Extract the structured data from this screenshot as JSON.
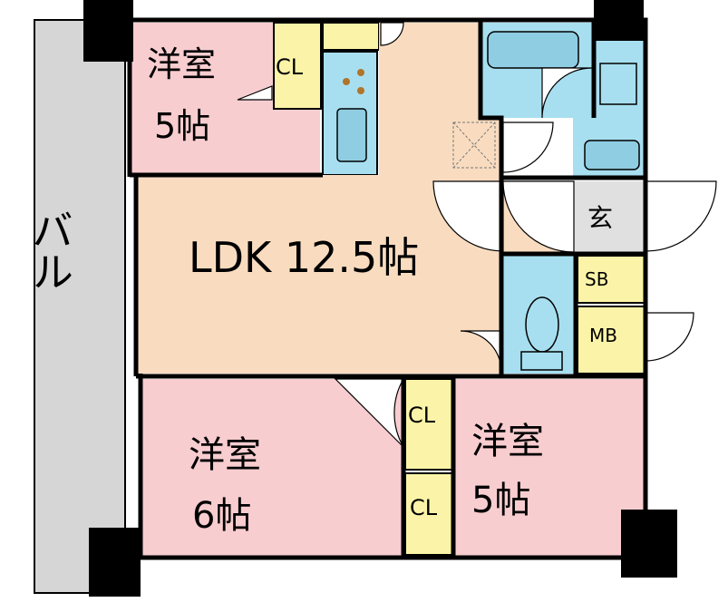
{
  "rooms": {
    "bedroom_nw": {
      "name": "洋室",
      "size": "5帖"
    },
    "ldk": {
      "label": "LDK 12.5帖"
    },
    "bedroom_sw": {
      "name": "洋室",
      "size": "6帖"
    },
    "bedroom_se": {
      "name": "洋室",
      "size": "5帖"
    },
    "closet_nw": {
      "label": "CL"
    },
    "closet_s1": {
      "label": "CL"
    },
    "closet_s2": {
      "label": "CL"
    },
    "entrance": {
      "label": "玄"
    },
    "shoe_box": {
      "label": "SB"
    },
    "meter_box": {
      "label": "MB"
    },
    "balcony": {
      "label": "バル"
    }
  },
  "colors": {
    "bedroom": "#f8cdd0",
    "ldk": "#f9dcc0",
    "wet": "#a7dff0",
    "storage": "#fbf4a8",
    "balcony": "#d6d6d6",
    "entrance": "#e0e0e0",
    "wall": "#000000"
  }
}
